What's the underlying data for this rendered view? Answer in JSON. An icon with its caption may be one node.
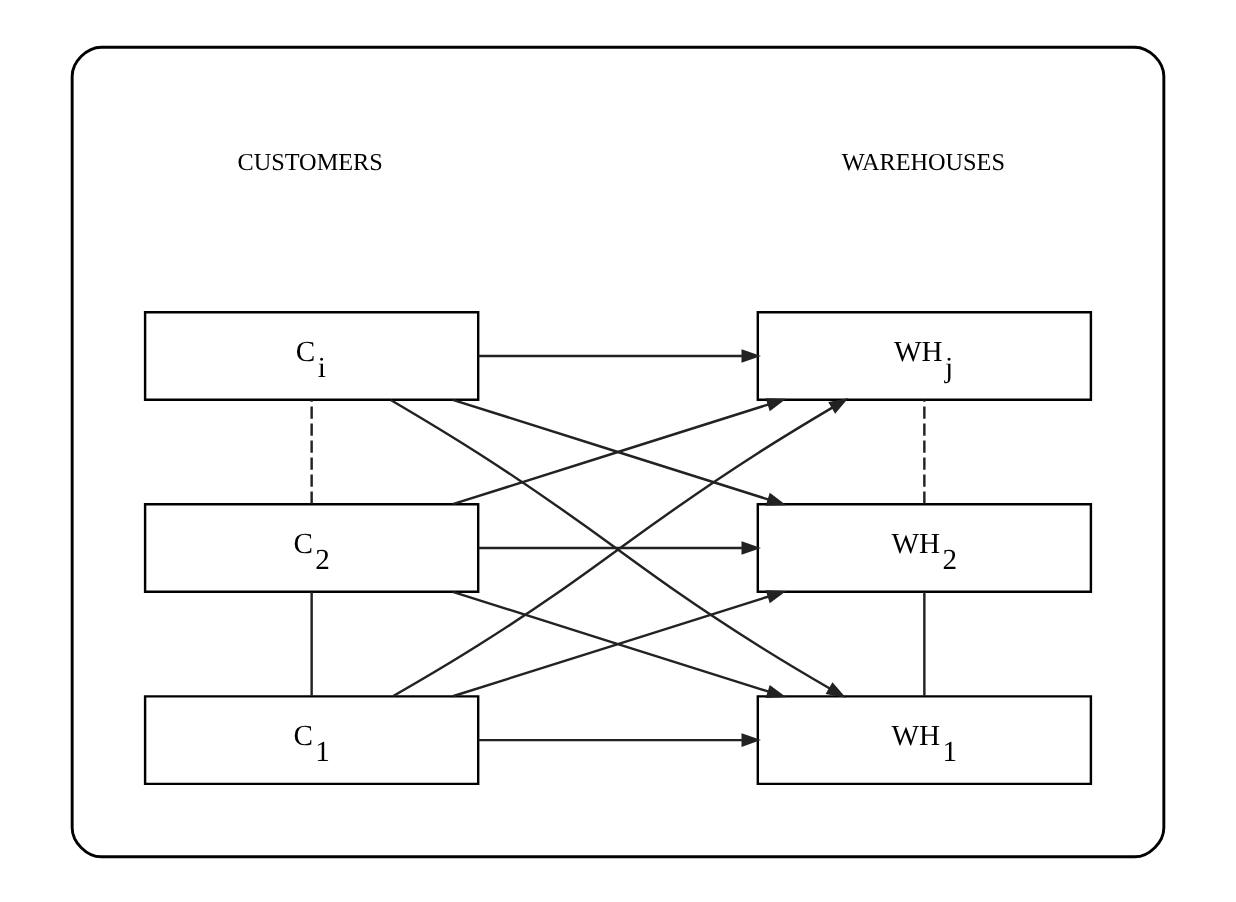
{
  "diagram": {
    "nodes": [
      {
        "text": [],
        "shape": "box"
      },
      {
        "text": [
          "C$_{1}$"
        ],
        "in": 0
      },
      {
        "text": [
          "C$_{2}$"
        ],
        "in": 0
      },
      {
        "text": [
          "C$_{i}$"
        ],
        "in": 0
      },
      {
        "text": [
          "WH$_{1}$"
        ],
        "in": 0
      },
      {
        "text": [
          "WH$_{2}$"
        ],
        "in": 0
      },
      {
        "text": [
          "WH$_{j}$"
        ],
        "in": 0
      }
    ],
    "edges": [
      {
        "from": 1,
        "to": 2,
        "arrow": "none"
      },
      {
        "from": 2,
        "to": 3,
        "arrow": "none",
        "style": "dashed"
      },
      {
        "from": 4,
        "to": 5,
        "arrow": "none"
      },
      {
        "from": 5,
        "to": 6,
        "arrow": "none",
        "style": "dashed"
      },
      {
        "from": 1,
        "to": 4,
        "arrow": "to"
      },
      {
        "from": 1,
        "to": 5,
        "arrow": "to"
      },
      {
        "from": 1,
        "to": 6,
        "arrow": "to"
      },
      {
        "from": 2,
        "to": 4,
        "arrow": "to"
      },
      {
        "from": 2,
        "to": 5,
        "arrow": "to"
      },
      {
        "from": 2,
        "to": 6,
        "arrow": "to"
      },
      {
        "from": 3,
        "to": 4,
        "arrow": "to"
      },
      {
        "from": 3,
        "to": 5,
        "arrow": "to"
      },
      {
        "from": 3,
        "to": 6,
        "arrow": "to"
      }
    ],
    "labels": [
      "CUSTOMERS",
      "WAREHOUSES"
    ]
  }
}
